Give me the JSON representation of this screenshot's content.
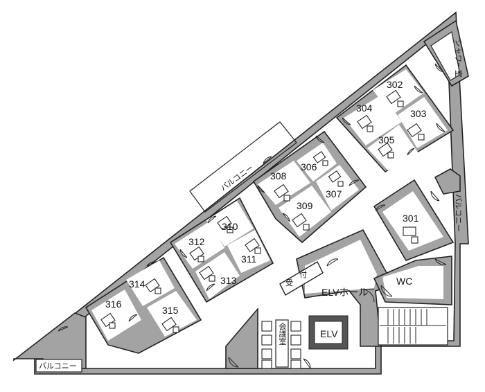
{
  "rooms": {
    "r301": "301",
    "r302": "302",
    "r303": "303",
    "r304": "304",
    "r305": "305",
    "r306": "306",
    "r307": "307",
    "r308": "308",
    "r309": "309",
    "r310": "310",
    "r311": "311",
    "r312": "312",
    "r313": "313",
    "r314": "314",
    "r315": "315",
    "r316": "316"
  },
  "facilities": {
    "shower": "シャワー室",
    "balcony_right": "バルコニー",
    "balcony_top": "バルコニー",
    "balcony_bottom": "バルコニー",
    "reception_1": "受",
    "reception_2": "付",
    "elv_hall": "ELVホール",
    "elv": "ELV",
    "wc": "WC",
    "meeting": "会議室"
  },
  "colors": {
    "wall": "#a3a3a3",
    "line": "#222222",
    "floor": "#ffffff"
  }
}
